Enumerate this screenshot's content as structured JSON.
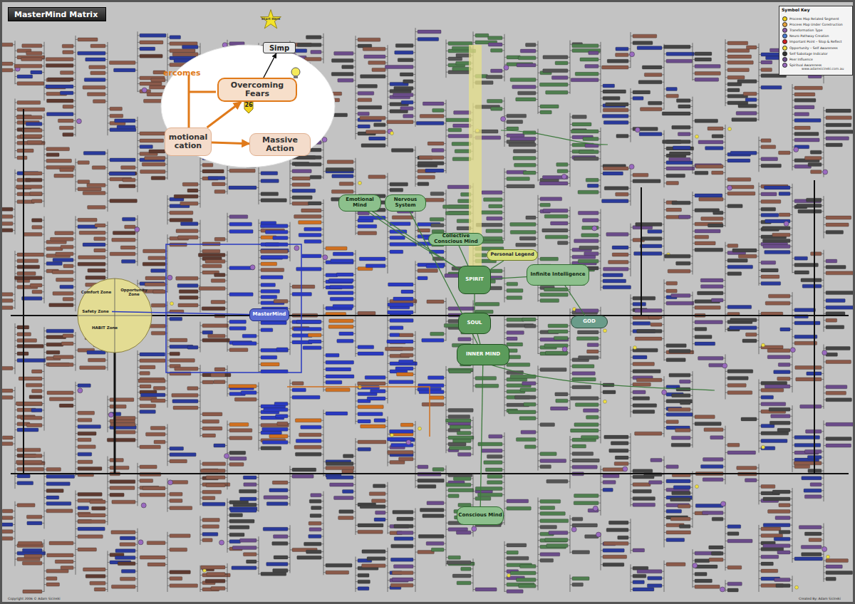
{
  "diagram": {
    "title": "MasterMind Matrix",
    "nodes": [
      {
        "text": [
          "Start Here"
        ]
      },
      {
        "text": [
          "Simp"
        ]
      },
      {
        "text": [
          "Overcoming Fears"
        ]
      },
      {
        "text": [
          "motional cation"
        ]
      },
      {
        "text": [
          "Massive Action"
        ]
      },
      {
        "text": [
          "Emotional Mind"
        ]
      },
      {
        "text": [
          "Nervous System"
        ]
      },
      {
        "text": [
          "Collective Conscious Mind"
        ]
      },
      {
        "text": [
          "Personal Legend"
        ]
      },
      {
        "text": [
          "SPIRIT"
        ]
      },
      {
        "text": [
          "Infinite Intelligence"
        ]
      },
      {
        "text": [
          "SOUL"
        ]
      },
      {
        "text": [
          "GOD"
        ]
      },
      {
        "text": [
          "INNER MIND"
        ]
      },
      {
        "text": [
          "MasterMind"
        ]
      },
      {
        "text": [
          "Comfort Zone"
        ]
      },
      {
        "text": [
          "Opportunity Zone"
        ]
      },
      {
        "text": [
          "Safety Zone"
        ]
      },
      {
        "text": [
          "HABIT Zone"
        ]
      },
      {
        "text": [
          "Conscious Mind"
        ]
      }
    ],
    "edges": [
      {
        "from": 3,
        "to": 2,
        "arrow": "to"
      },
      {
        "from": 3,
        "to": 4,
        "arrow": "to"
      },
      {
        "from": 2,
        "to": 1,
        "arrow": "to"
      },
      {
        "from": 5,
        "to": 9,
        "arrow": "none"
      },
      {
        "from": 6,
        "to": 13,
        "arrow": "none"
      },
      {
        "from": 7,
        "to": 9,
        "arrow": "none"
      },
      {
        "from": 8,
        "to": 9,
        "arrow": "none"
      },
      {
        "from": 9,
        "to": 10,
        "arrow": "none"
      },
      {
        "from": 9,
        "to": 11,
        "arrow": "none"
      },
      {
        "from": 11,
        "to": 13,
        "arrow": "none"
      },
      {
        "from": 10,
        "to": 12,
        "arrow": "none"
      },
      {
        "from": 13,
        "to": 19,
        "arrow": "none"
      },
      {
        "from": 17,
        "to": 14,
        "arrow": "none"
      }
    ],
    "labels": [
      "ercomes",
      "26",
      "Symbol Key",
      "www.adamsicinski.com.au",
      "Copyright 2006 © Adam Sicinski",
      "Created By: Adam Sicinski"
    ],
    "legend": [
      {
        "text": "Process Map Related Segment",
        "color": "#f2d21b"
      },
      {
        "text": "Process Map Under Construction",
        "color": "#e8a33a"
      },
      {
        "text": "Transformation Type",
        "color": "#8a5aa8"
      },
      {
        "text": "Neuro Pathway Creation",
        "color": "#4a7bd0"
      },
      {
        "text": "Important Point – Stop & Reflect",
        "color": "#d02020"
      },
      {
        "text": "Opportunity – Self Awareness",
        "color": "#f0e040"
      },
      {
        "text": "Self Sabotage Indicator",
        "color": "#303030"
      },
      {
        "text": "Peer Influence",
        "color": "#6a4a8a"
      },
      {
        "text": "Spiritual Awareness",
        "color": "#9a6ac0"
      }
    ]
  }
}
